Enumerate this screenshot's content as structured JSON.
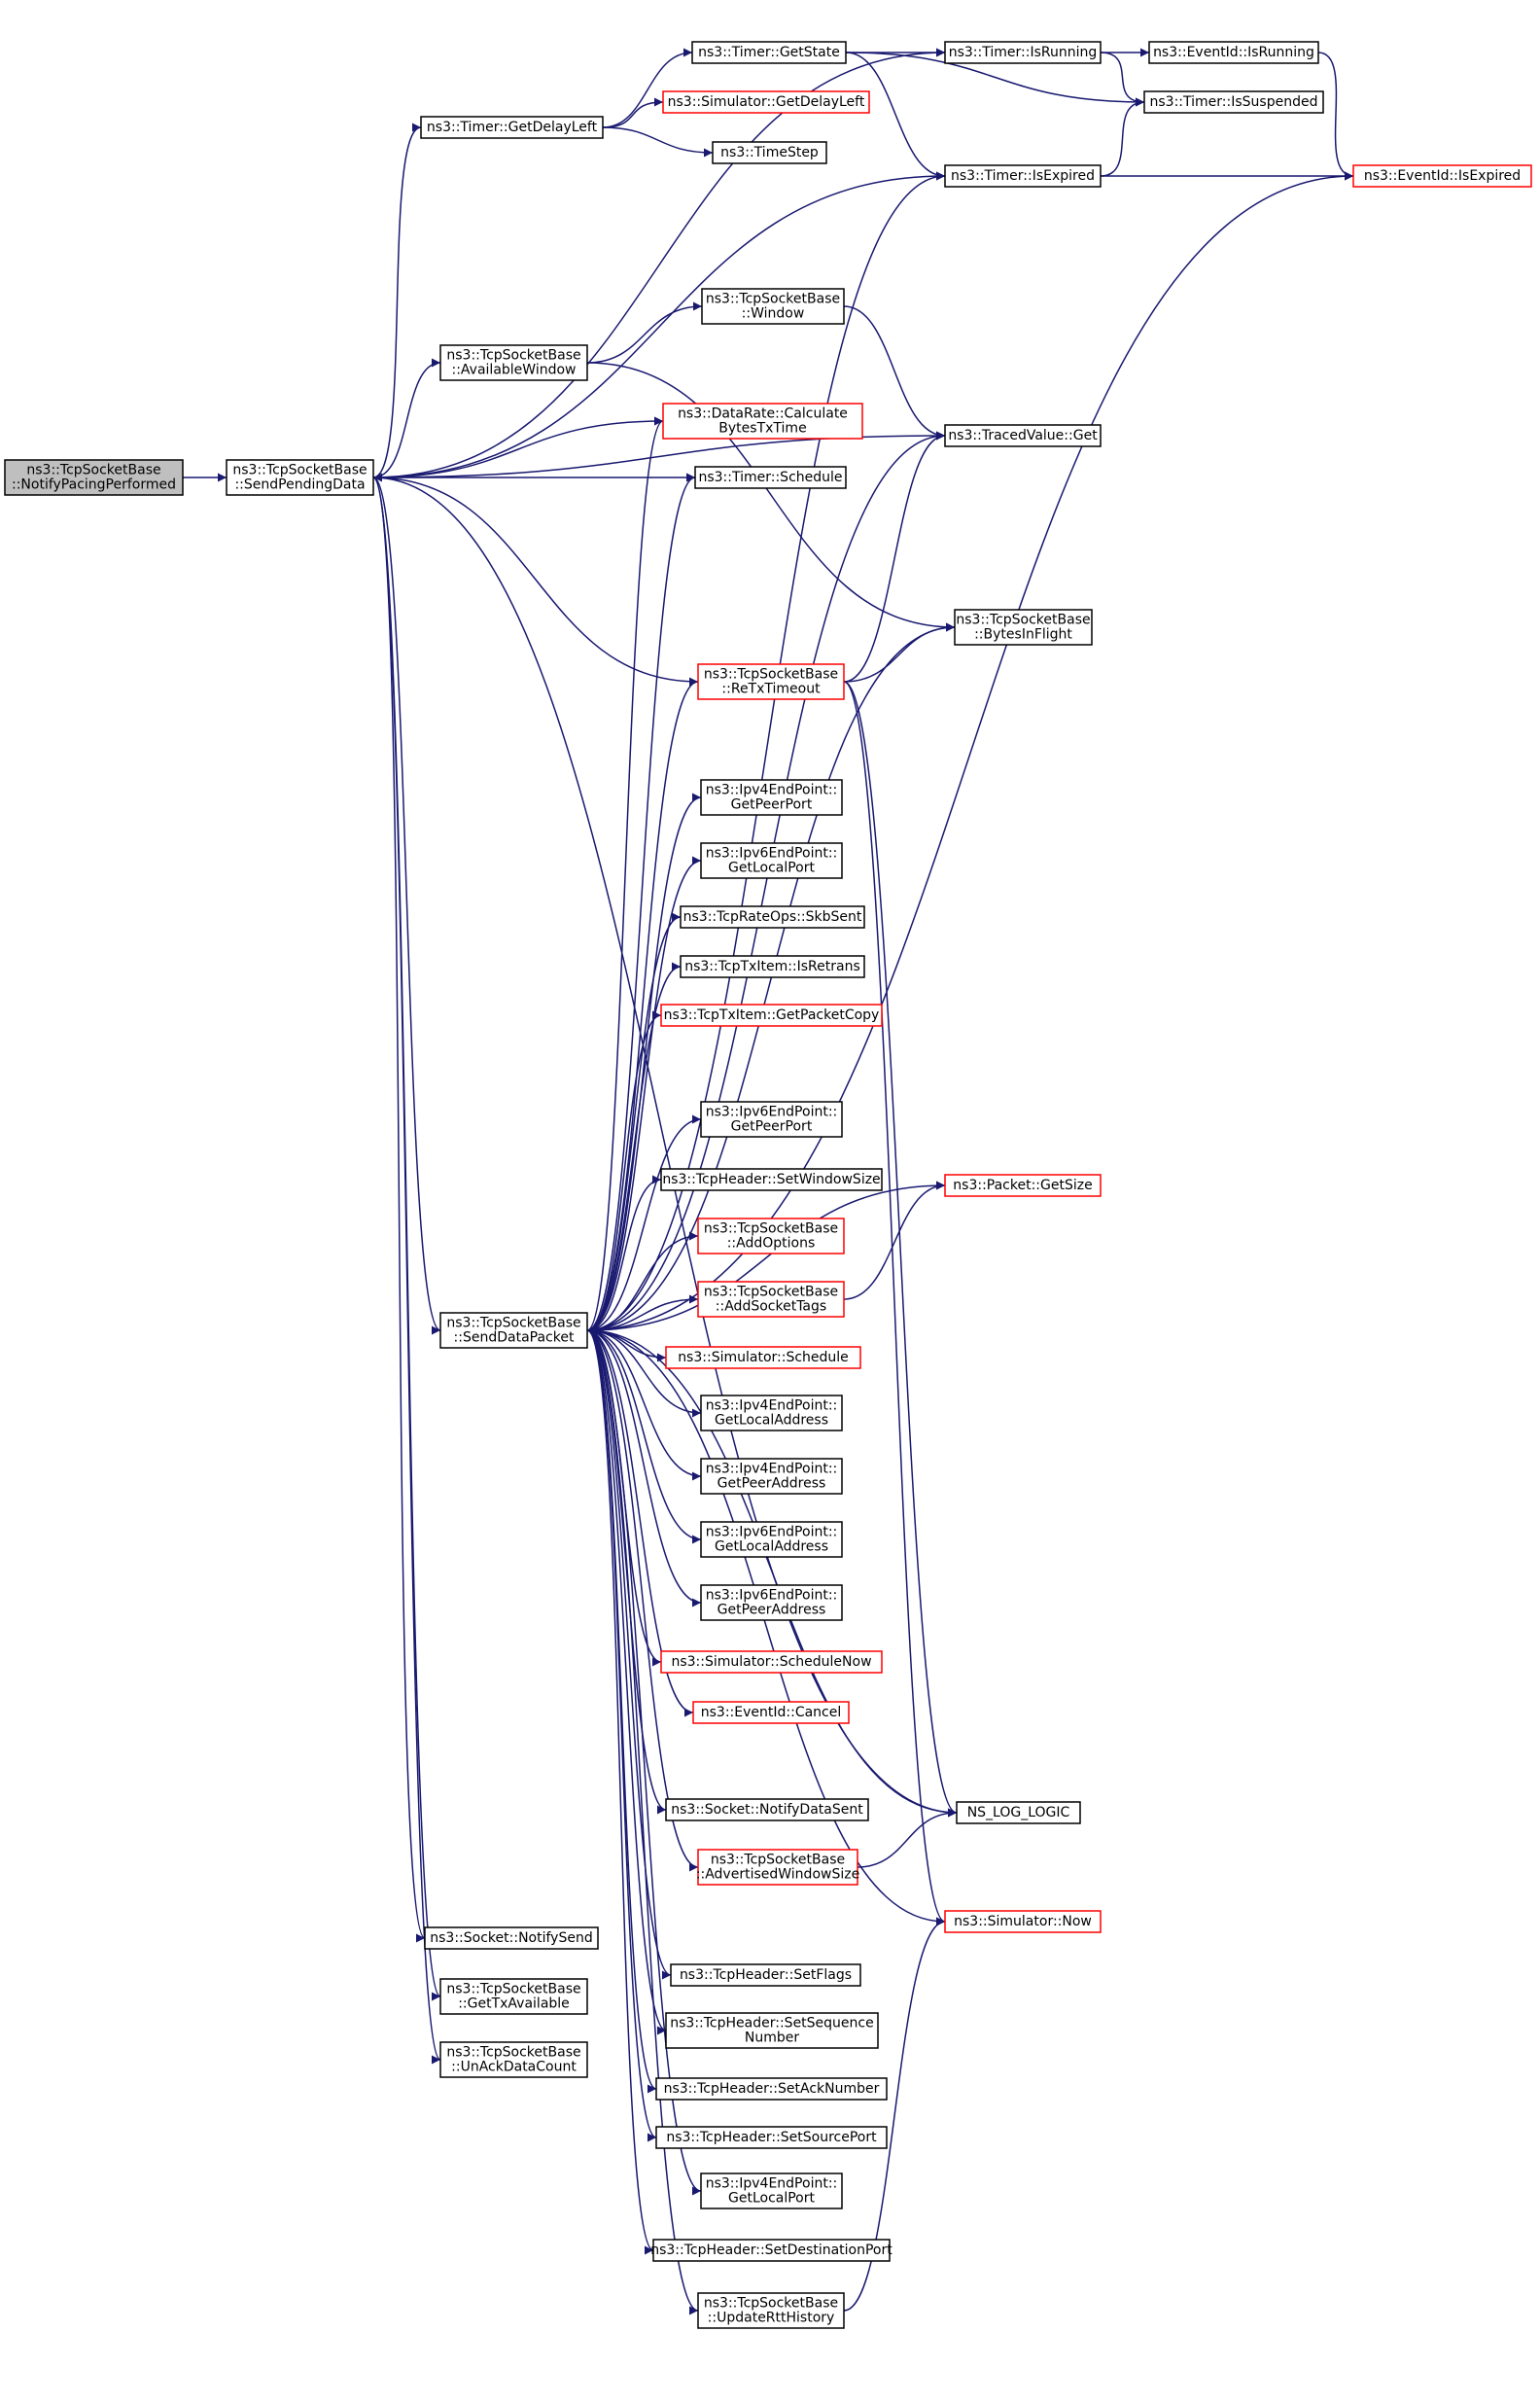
{
  "colors": {
    "edge": "#191970",
    "border_default": "#000000",
    "border_incomplete": "#ff0000",
    "root_fill": "#bfbfbf",
    "node_fill": "#ffffff"
  },
  "nodes": [
    {
      "id": "root",
      "lines": [
        "ns3::TcpSocketBase",
        "::NotifyPacingPerformed"
      ],
      "style": "root"
    },
    {
      "id": "sendPending",
      "lines": [
        "ns3::TcpSocketBase",
        "::SendPendingData"
      ],
      "style": "normal"
    },
    {
      "id": "getState",
      "lines": [
        "ns3::Timer::GetState"
      ],
      "style": "normal"
    },
    {
      "id": "isRunning",
      "lines": [
        "ns3::Timer::IsRunning"
      ],
      "style": "normal"
    },
    {
      "id": "evIsRunning",
      "lines": [
        "ns3::EventId::IsRunning"
      ],
      "style": "normal"
    },
    {
      "id": "getDelayLeft",
      "lines": [
        "ns3::Timer::GetDelayLeft"
      ],
      "style": "normal"
    },
    {
      "id": "simGetDelayLeft",
      "lines": [
        "ns3::Simulator::GetDelayLeft"
      ],
      "style": "red"
    },
    {
      "id": "isSuspended",
      "lines": [
        "ns3::Timer::IsSuspended"
      ],
      "style": "normal"
    },
    {
      "id": "timeStep",
      "lines": [
        "ns3::TimeStep"
      ],
      "style": "normal"
    },
    {
      "id": "isExpired",
      "lines": [
        "ns3::Timer::IsExpired"
      ],
      "style": "normal"
    },
    {
      "id": "evIsExpired",
      "lines": [
        "ns3::EventId::IsExpired"
      ],
      "style": "red"
    },
    {
      "id": "window",
      "lines": [
        "ns3::TcpSocketBase",
        "::Window"
      ],
      "style": "normal"
    },
    {
      "id": "availWin",
      "lines": [
        "ns3::TcpSocketBase",
        "::AvailableWindow"
      ],
      "style": "normal"
    },
    {
      "id": "tracedGet",
      "lines": [
        "ns3::TracedValue::Get"
      ],
      "style": "normal"
    },
    {
      "id": "calcBytes",
      "lines": [
        "ns3::DataRate::Calculate",
        "BytesTxTime"
      ],
      "style": "red"
    },
    {
      "id": "timerSchedule",
      "lines": [
        "ns3::Timer::Schedule"
      ],
      "style": "normal"
    },
    {
      "id": "bytesInFlight",
      "lines": [
        "ns3::TcpSocketBase",
        "::BytesInFlight"
      ],
      "style": "normal"
    },
    {
      "id": "reTx",
      "lines": [
        "ns3::TcpSocketBase",
        "::ReTxTimeout"
      ],
      "style": "red"
    },
    {
      "id": "ip4PeerPort",
      "lines": [
        "ns3::Ipv4EndPoint::",
        "GetPeerPort"
      ],
      "style": "normal"
    },
    {
      "id": "ip6LocalPort",
      "lines": [
        "ns3::Ipv6EndPoint::",
        "GetLocalPort"
      ],
      "style": "normal"
    },
    {
      "id": "skbSent",
      "lines": [
        "ns3::TcpRateOps::SkbSent"
      ],
      "style": "normal"
    },
    {
      "id": "isRetrans",
      "lines": [
        "ns3::TcpTxItem::IsRetrans"
      ],
      "style": "normal"
    },
    {
      "id": "getPacketCopy",
      "lines": [
        "ns3::TcpTxItem::GetPacketCopy"
      ],
      "style": "red"
    },
    {
      "id": "ip6PeerPort",
      "lines": [
        "ns3::Ipv6EndPoint::",
        "GetPeerPort"
      ],
      "style": "normal"
    },
    {
      "id": "setWindowSize",
      "lines": [
        "ns3::TcpHeader::SetWindowSize"
      ],
      "style": "normal"
    },
    {
      "id": "packetGetSize",
      "lines": [
        "ns3::Packet::GetSize"
      ],
      "style": "red"
    },
    {
      "id": "addOptions",
      "lines": [
        "ns3::TcpSocketBase",
        "::AddOptions"
      ],
      "style": "red"
    },
    {
      "id": "sendDataPacket",
      "lines": [
        "ns3::TcpSocketBase",
        "::SendDataPacket"
      ],
      "style": "normal"
    },
    {
      "id": "addSocketTags",
      "lines": [
        "ns3::TcpSocketBase",
        "::AddSocketTags"
      ],
      "style": "red"
    },
    {
      "id": "simSchedule",
      "lines": [
        "ns3::Simulator::Schedule"
      ],
      "style": "red"
    },
    {
      "id": "ip4LocalAddr",
      "lines": [
        "ns3::Ipv4EndPoint::",
        "GetLocalAddress"
      ],
      "style": "normal"
    },
    {
      "id": "ip4PeerAddr",
      "lines": [
        "ns3::Ipv4EndPoint::",
        "GetPeerAddress"
      ],
      "style": "normal"
    },
    {
      "id": "ip6LocalAddr",
      "lines": [
        "ns3::Ipv6EndPoint::",
        "GetLocalAddress"
      ],
      "style": "normal"
    },
    {
      "id": "ip6PeerAddr",
      "lines": [
        "ns3::Ipv6EndPoint::",
        "GetPeerAddress"
      ],
      "style": "normal"
    },
    {
      "id": "scheduleNow",
      "lines": [
        "ns3::Simulator::ScheduleNow"
      ],
      "style": "red"
    },
    {
      "id": "evCancel",
      "lines": [
        "ns3::EventId::Cancel"
      ],
      "style": "red"
    },
    {
      "id": "notifyDataSent",
      "lines": [
        "ns3::Socket::NotifyDataSent"
      ],
      "style": "normal"
    },
    {
      "id": "nsLogLogic",
      "lines": [
        "NS_LOG_LOGIC"
      ],
      "style": "normal"
    },
    {
      "id": "advWinSize",
      "lines": [
        "ns3::TcpSocketBase",
        "::AdvertisedWindowSize"
      ],
      "style": "red"
    },
    {
      "id": "simNow",
      "lines": [
        "ns3::Simulator::Now"
      ],
      "style": "red"
    },
    {
      "id": "notifySend",
      "lines": [
        "ns3::Socket::NotifySend"
      ],
      "style": "normal"
    },
    {
      "id": "setFlags",
      "lines": [
        "ns3::TcpHeader::SetFlags"
      ],
      "style": "normal"
    },
    {
      "id": "getTxAvail",
      "lines": [
        "ns3::TcpSocketBase",
        "::GetTxAvailable"
      ],
      "style": "normal"
    },
    {
      "id": "setSeq",
      "lines": [
        "ns3::TcpHeader::SetSequence",
        "Number"
      ],
      "style": "normal"
    },
    {
      "id": "unAck",
      "lines": [
        "ns3::TcpSocketBase",
        "::UnAckDataCount"
      ],
      "style": "normal"
    },
    {
      "id": "setAck",
      "lines": [
        "ns3::TcpHeader::SetAckNumber"
      ],
      "style": "normal"
    },
    {
      "id": "setSrcPort",
      "lines": [
        "ns3::TcpHeader::SetSourcePort"
      ],
      "style": "normal"
    },
    {
      "id": "ip4LocalPort",
      "lines": [
        "ns3::Ipv4EndPoint::",
        "GetLocalPort"
      ],
      "style": "normal"
    },
    {
      "id": "setDstPort",
      "lines": [
        "ns3::TcpHeader::SetDestinationPort"
      ],
      "style": "normal"
    },
    {
      "id": "updateRtt",
      "lines": [
        "ns3::TcpSocketBase",
        "::UpdateRttHistory"
      ],
      "style": "normal"
    }
  ],
  "edges": [
    [
      "root",
      "sendPending"
    ],
    [
      "sendPending",
      "getDelayLeft"
    ],
    [
      "sendPending",
      "isRunning"
    ],
    [
      "sendPending",
      "isExpired"
    ],
    [
      "sendPending",
      "tracedGet"
    ],
    [
      "sendPending",
      "availWin"
    ],
    [
      "sendPending",
      "calcBytes"
    ],
    [
      "sendPending",
      "timerSchedule"
    ],
    [
      "sendPending",
      "sendDataPacket"
    ],
    [
      "sendPending",
      "nsLogLogic"
    ],
    [
      "sendPending",
      "notifySend"
    ],
    [
      "sendPending",
      "getTxAvail"
    ],
    [
      "sendPending",
      "unAck"
    ],
    [
      "getDelayLeft",
      "getState"
    ],
    [
      "getDelayLeft",
      "simGetDelayLeft"
    ],
    [
      "getDelayLeft",
      "timeStep"
    ],
    [
      "getState",
      "isRunning"
    ],
    [
      "getState",
      "isSuspended"
    ],
    [
      "getState",
      "isExpired"
    ],
    [
      "isRunning",
      "evIsRunning"
    ],
    [
      "isRunning",
      "isSuspended"
    ],
    [
      "evIsRunning",
      "evIsExpired"
    ],
    [
      "isExpired",
      "isSuspended"
    ],
    [
      "isExpired",
      "evIsExpired"
    ],
    [
      "availWin",
      "window"
    ],
    [
      "availWin",
      "bytesInFlight"
    ],
    [
      "window",
      "tracedGet"
    ],
    [
      "reTx",
      "sendPending"
    ],
    [
      "reTx",
      "tracedGet"
    ],
    [
      "reTx",
      "bytesInFlight"
    ],
    [
      "reTx",
      "nsLogLogic"
    ],
    [
      "reTx",
      "simNow"
    ],
    [
      "sendDataPacket",
      "isExpired"
    ],
    [
      "sendDataPacket",
      "tracedGet"
    ],
    [
      "sendDataPacket",
      "calcBytes"
    ],
    [
      "sendDataPacket",
      "timerSchedule"
    ],
    [
      "sendDataPacket",
      "bytesInFlight"
    ],
    [
      "sendDataPacket",
      "reTx"
    ],
    [
      "sendDataPacket",
      "evIsExpired"
    ],
    [
      "sendDataPacket",
      "ip4PeerPort"
    ],
    [
      "sendDataPacket",
      "ip6LocalPort"
    ],
    [
      "sendDataPacket",
      "skbSent"
    ],
    [
      "sendDataPacket",
      "isRetrans"
    ],
    [
      "sendDataPacket",
      "getPacketCopy"
    ],
    [
      "sendDataPacket",
      "packetGetSize"
    ],
    [
      "sendDataPacket",
      "ip6PeerPort"
    ],
    [
      "sendDataPacket",
      "setWindowSize"
    ],
    [
      "sendDataPacket",
      "addOptions"
    ],
    [
      "sendDataPacket",
      "addSocketTags"
    ],
    [
      "sendDataPacket",
      "simSchedule"
    ],
    [
      "sendDataPacket",
      "ip4LocalAddr"
    ],
    [
      "sendDataPacket",
      "ip4PeerAddr"
    ],
    [
      "sendDataPacket",
      "ip6LocalAddr"
    ],
    [
      "sendDataPacket",
      "ip6PeerAddr"
    ],
    [
      "sendDataPacket",
      "scheduleNow"
    ],
    [
      "sendDataPacket",
      "evCancel"
    ],
    [
      "sendDataPacket",
      "nsLogLogic"
    ],
    [
      "sendDataPacket",
      "notifyDataSent"
    ],
    [
      "sendDataPacket",
      "advWinSize"
    ],
    [
      "sendDataPacket",
      "simNow"
    ],
    [
      "sendDataPacket",
      "setFlags"
    ],
    [
      "sendDataPacket",
      "setSeq"
    ],
    [
      "sendDataPacket",
      "setAck"
    ],
    [
      "sendDataPacket",
      "setSrcPort"
    ],
    [
      "sendDataPacket",
      "ip4LocalPort"
    ],
    [
      "sendDataPacket",
      "setDstPort"
    ],
    [
      "sendDataPacket",
      "updateRtt"
    ],
    [
      "addSocketTags",
      "packetGetSize"
    ],
    [
      "advWinSize",
      "nsLogLogic"
    ],
    [
      "updateRtt",
      "simNow"
    ]
  ]
}
